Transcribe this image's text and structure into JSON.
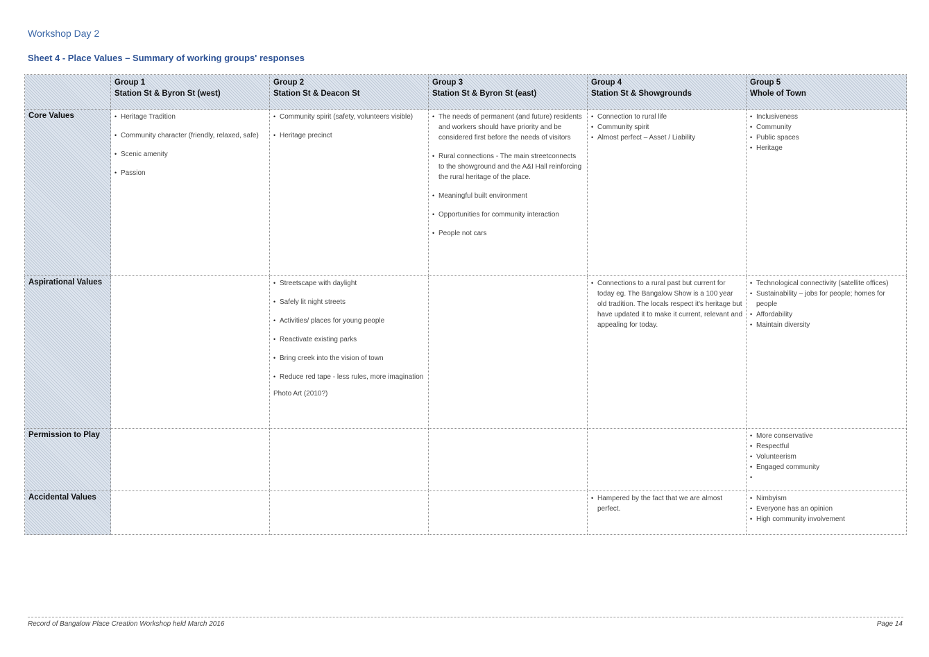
{
  "heading": "Workshop Day 2",
  "sheet_title": "Sheet 4 - Place Values – Summary of working groups' responses",
  "columns": [
    {
      "group": "Group 1",
      "area": "Station St & Byron St (west)"
    },
    {
      "group": "Group 2",
      "area": "Station St & Deacon St"
    },
    {
      "group": "Group 3",
      "area": "Station St & Byron St (east)"
    },
    {
      "group": "Group 4",
      "area": "Station St & Showgrounds"
    },
    {
      "group": "Group 5",
      "area": "Whole of Town"
    }
  ],
  "rows": [
    {
      "label": "Core Values",
      "cells": [
        [
          "Heritage Tradition",
          "Community character (friendly, relaxed, safe)",
          "Scenic amenity",
          "Passion"
        ],
        [
          "Community spirit (safety, volunteers visible)",
          "Heritage precinct"
        ],
        [
          "The needs of permanent (and future) residents and workers should have priority and be considered first before the needs of visitors",
          "Rural connections - The main streetconnects to the showground and the A&I Hall reinforcing the rural heritage of the place.",
          "Meaningful built environment",
          "Opportunities for community interaction",
          "People not cars"
        ],
        [
          "Connection to rural life",
          "Community spirit",
          "Almost perfect – Asset / Liability"
        ],
        [
          "Inclusiveness",
          "Community",
          "Public spaces",
          "Heritage"
        ]
      ]
    },
    {
      "label": "Aspirational Values",
      "cells": [
        [],
        [
          "Streetscape with daylight",
          "Safely lit night streets",
          "Activities/ places for young people",
          "Reactivate existing parks",
          "Bring creek into the vision of town",
          "Reduce red tape - less rules, more imagination"
        ],
        [],
        [
          "Connections to a rural past but current for today eg. The Bangalow Show is a 100 year old tradition. The locals respect it's heritage but have updated it to make it current, relevant and appealing for today."
        ],
        [
          "Technological connectivity (satellite offices)",
          "Sustainability – jobs for people; homes for people",
          "Affordability",
          "Maintain diversity"
        ]
      ],
      "extra_group2": "Photo Art (2010?)"
    },
    {
      "label": "Permission to Play",
      "cells": [
        [],
        [],
        [],
        [],
        [
          "More conservative",
          "Respectful",
          "Volunteerism",
          "Engaged community",
          ""
        ]
      ]
    },
    {
      "label": "Accidental Values",
      "cells": [
        [],
        [],
        [],
        [
          "Hampered by the fact that we are almost perfect."
        ],
        [
          "Nimbyism",
          "Everyone has an opinion",
          "High community involvement"
        ]
      ]
    }
  ],
  "footer": {
    "left": "Record of Bangalow Place Creation Workshop held March 2016",
    "right": "Page  14"
  }
}
